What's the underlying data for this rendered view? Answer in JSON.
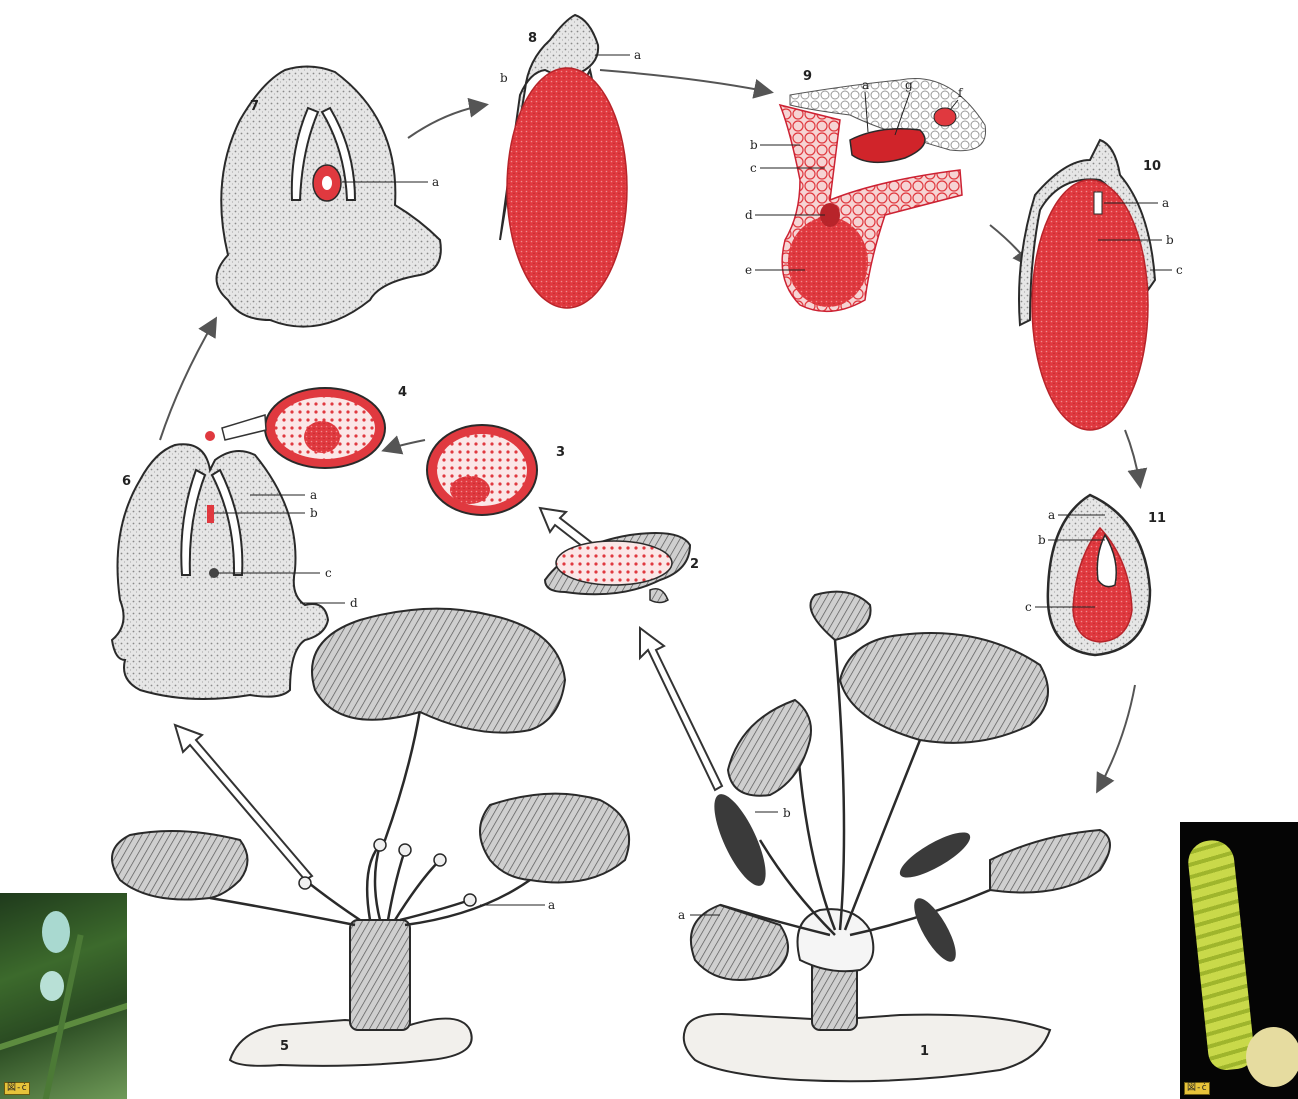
{
  "figure_numbers": [
    "1",
    "2",
    "3",
    "4",
    "5",
    "6",
    "7",
    "8",
    "9",
    "10",
    "11"
  ],
  "part_labels": {
    "fig1": [
      "a",
      "b"
    ],
    "fig5": [
      "a"
    ],
    "fig6": [
      "a",
      "b",
      "c",
      "d"
    ],
    "fig7": [
      "a"
    ],
    "fig8": [
      "a",
      "b"
    ],
    "fig9": [
      "a",
      "b",
      "c",
      "d",
      "e",
      "f",
      "g"
    ],
    "fig10": [
      "a",
      "b",
      "c"
    ],
    "fig11": [
      "a",
      "b",
      "c"
    ]
  },
  "photos": {
    "left_badge": "図-ċ",
    "right_badge": "図-ċ"
  },
  "colors": {
    "tissue_red": "#e0393f",
    "outline": "#2a2a2a",
    "stipple": "#d8d8d8",
    "arrow": "#555555"
  }
}
